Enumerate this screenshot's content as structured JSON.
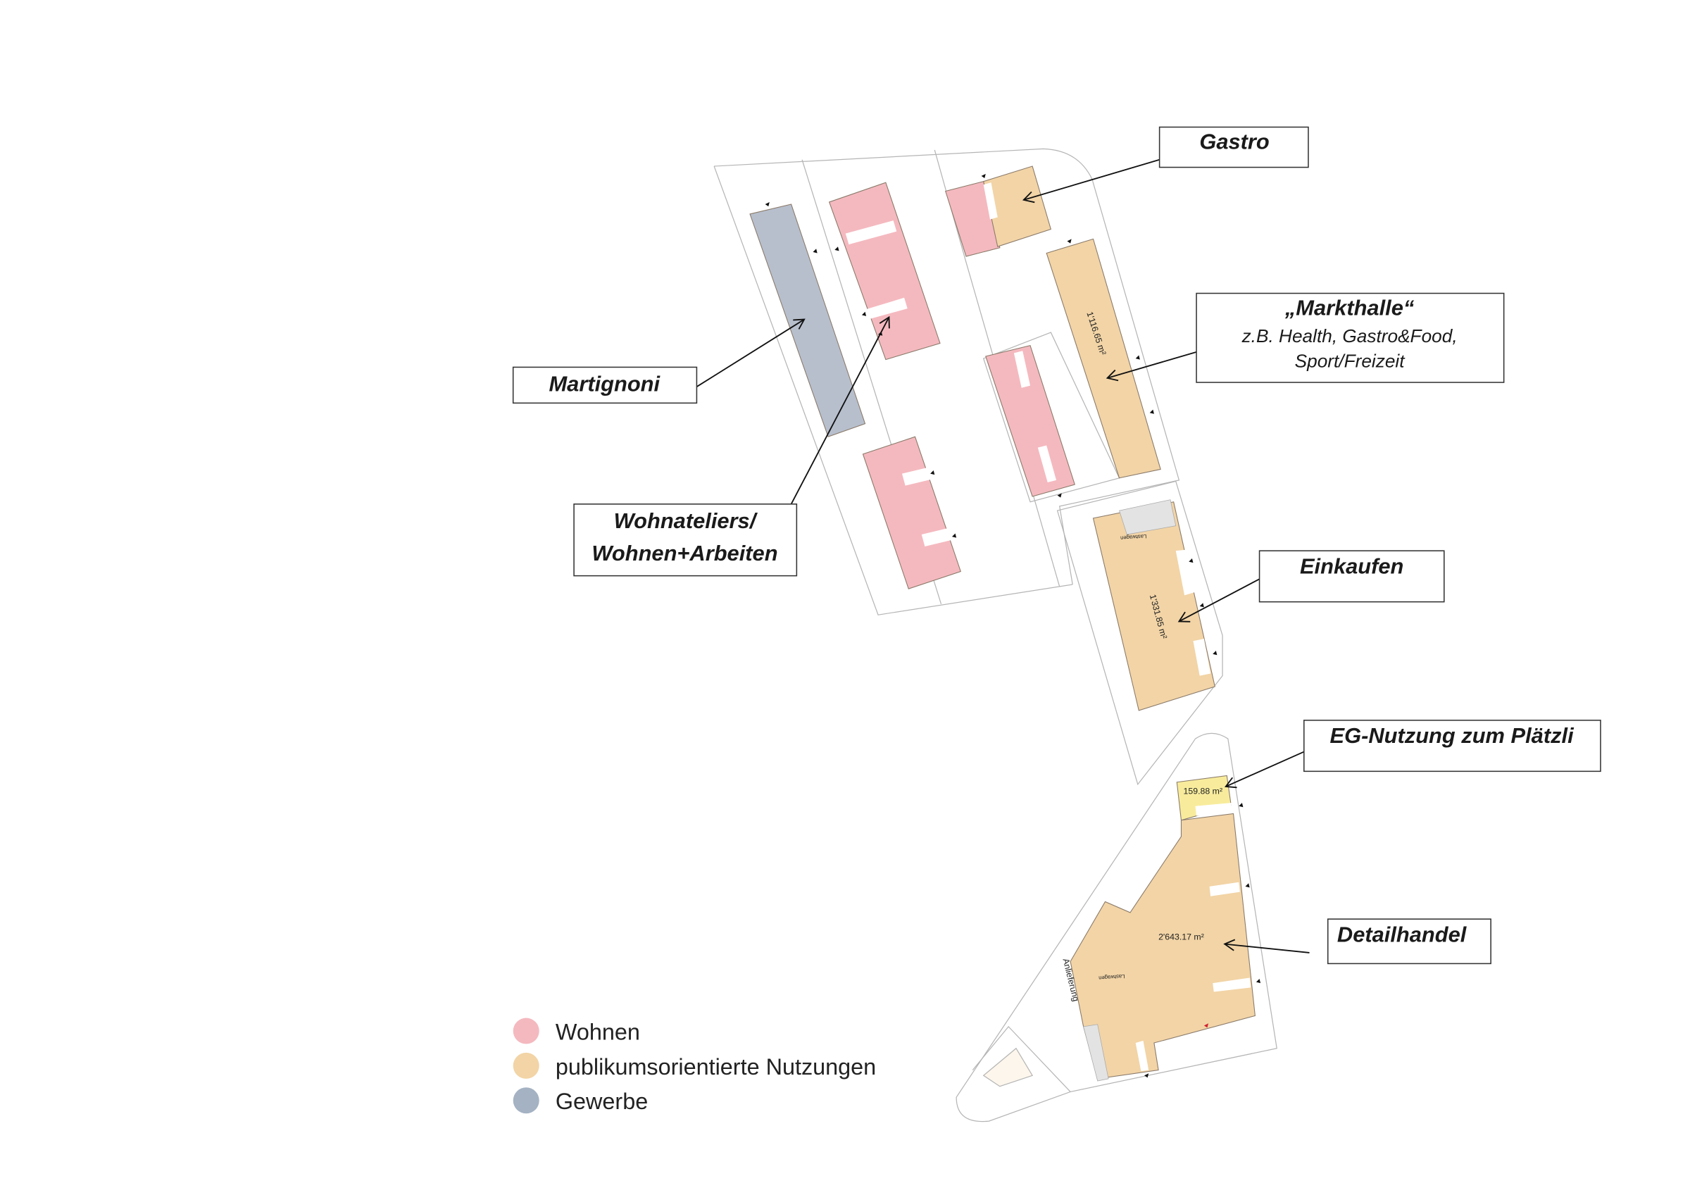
{
  "labels": {
    "gastro": "Gastro",
    "markthalle": {
      "title": "„Markthalle“",
      "line1": "z.B. Health, Gastro&Food,",
      "line2": "Sport/Freizeit"
    },
    "martignoni": "Martignoni",
    "wohnateliers": {
      "line1": "Wohnateliers/",
      "line2": "Wohnen+Arbeiten"
    },
    "einkaufen": "Einkaufen",
    "eg_nutzung": "EG-Nutzung zum Plätzli",
    "detailhandel": "Detailhandel"
  },
  "areas": {
    "markthalle": "1'116.65 m²",
    "einkaufen": "1'331.85 m²",
    "eg": "159.88 m²",
    "detailhandel": "2'643.17 m²",
    "anlieferung": "Anlieferung",
    "lastwagen": "Lastwagen"
  },
  "legend": [
    {
      "label": "Wohnen",
      "color": "#f4b9bf"
    },
    {
      "label": "publikumsorientierte Nutzungen",
      "color": "#f2d4a6"
    },
    {
      "label": "Gewerbe",
      "color": "#a4b2c3"
    }
  ],
  "colors": {
    "wohnen": "#f4b9bf",
    "publikum": "#f2d4a6",
    "gewerbe": "#b7bfcd",
    "eg": "#f8ec9c"
  }
}
